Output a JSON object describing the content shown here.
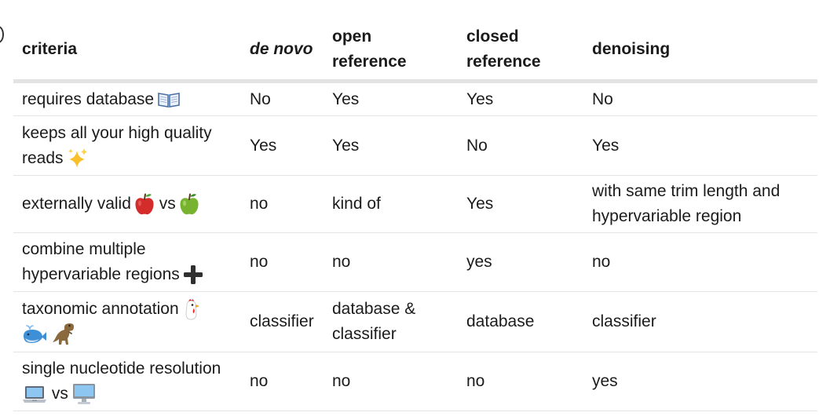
{
  "table": {
    "headers": [
      "criteria",
      "de novo",
      "open reference",
      "closed reference",
      "denoising"
    ],
    "rows": [
      {
        "criteria": "requires database",
        "criteria_tail": "",
        "icons": [
          "open-book-icon"
        ],
        "values": [
          "No",
          "Yes",
          "Yes",
          "No"
        ]
      },
      {
        "criteria": "keeps all your high quality reads",
        "criteria_tail": "",
        "icons": [
          "sparkles-icon"
        ],
        "values": [
          "Yes",
          "Yes",
          "No",
          "Yes"
        ]
      },
      {
        "criteria": "externally valid",
        "criteria_tail": "vs",
        "icons": [
          "red-apple-icon",
          "green-apple-icon"
        ],
        "values": [
          "no",
          "kind of",
          "Yes",
          "with same trim length and hypervariable region"
        ]
      },
      {
        "criteria": "combine multiple hypervariable regions",
        "criteria_tail": "",
        "icons": [
          "plus-icon"
        ],
        "values": [
          "no",
          "no",
          "yes",
          "no"
        ]
      },
      {
        "criteria": "taxonomic annotation",
        "criteria_tail": "",
        "icons": [
          "chicken-icon",
          "whale-icon",
          "dinosaur-icon"
        ],
        "values": [
          "classifier",
          "database & classifier",
          "database",
          "classifier"
        ]
      },
      {
        "criteria": "single nucleotide resolution",
        "criteria_tail": "vs",
        "icons": [
          "laptop-icon",
          "desktop-computer-icon"
        ],
        "values": [
          "no",
          "no",
          "no",
          "yes"
        ]
      }
    ]
  },
  "colors": {
    "text": "#1b1b1b",
    "header_rule": "#e3e3e3",
    "row_rule": "#e4e4e4"
  }
}
